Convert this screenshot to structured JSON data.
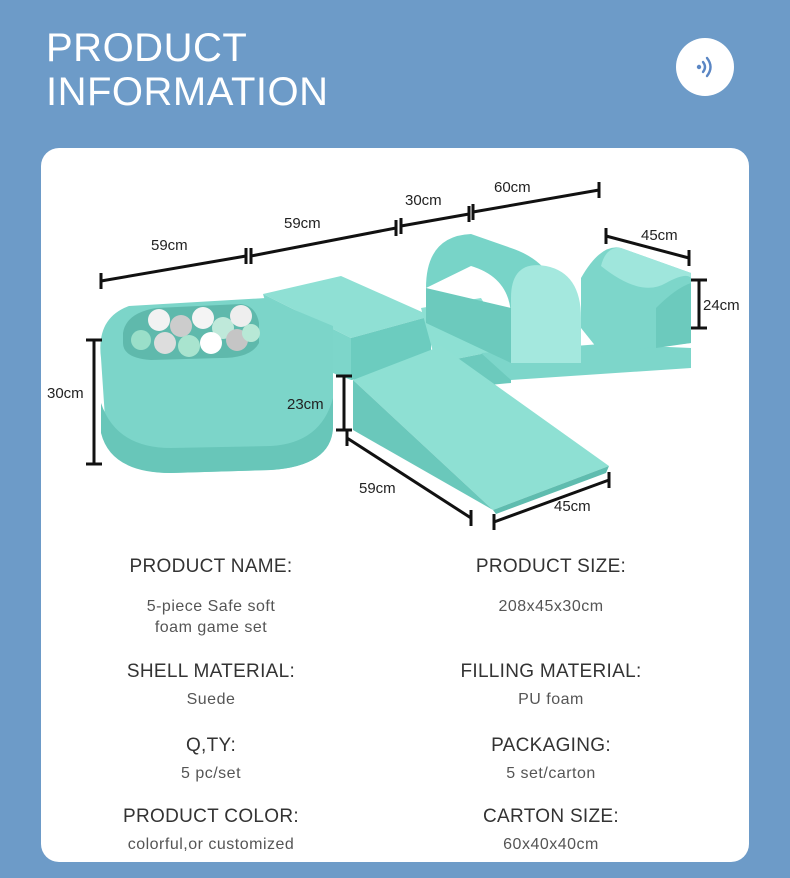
{
  "header": {
    "title_line1": "PRODUCT",
    "title_line2": "INFORMATION",
    "sound_icon": "sound-wave-icon"
  },
  "dimensions": {
    "d_59_top_left": "59cm",
    "d_59_top_mid": "59cm",
    "d_30_top": "30cm",
    "d_60_top": "60cm",
    "d_45_right": "45cm",
    "d_24_right": "24cm",
    "d_30_left": "30cm",
    "d_23_ramp": "23cm",
    "d_59_bottom": "59cm",
    "d_45_bottom": "45cm"
  },
  "specs": {
    "product_name_label": "PRODUCT NAME:",
    "product_name_line1": "5-piece Safe soft",
    "product_name_line2": "foam game set",
    "product_size_label": "PRODUCT SIZE:",
    "product_size_value": "208x45x30cm",
    "shell_label": "SHELL MATERIAL:",
    "shell_value": "Suede",
    "filling_label": "FILLING MATERIAL:",
    "filling_value": "PU foam",
    "qty_label": "Q,TY:",
    "qty_value": "5 pc/set",
    "packaging_label": "PACKAGING:",
    "packaging_value": "5 set/carton",
    "color_label": "PRODUCT COLOR:",
    "color_value": "colorful,or customized",
    "carton_label": "CARTON SIZE:",
    "carton_value": "60x40x40cm"
  },
  "colors": {
    "background": "#6d9bc8",
    "foam": "#7fd8cc",
    "foam_shadow": "#5fbfb2"
  }
}
